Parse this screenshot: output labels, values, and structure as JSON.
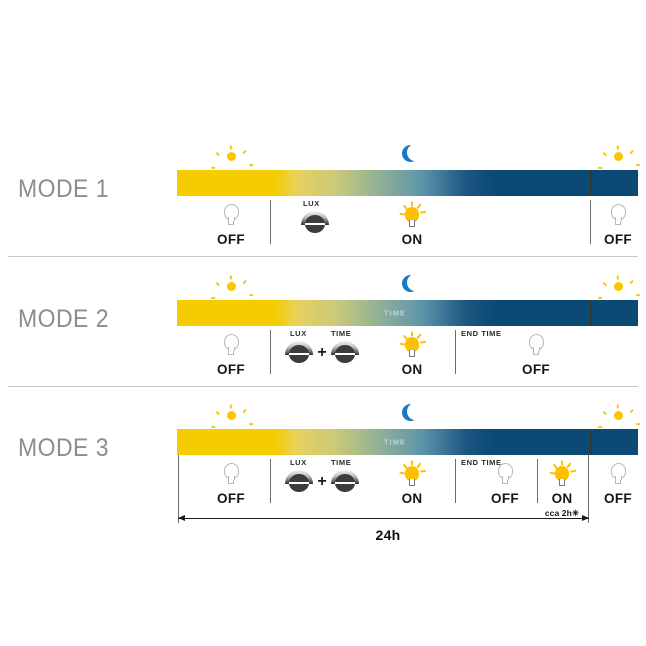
{
  "diagram": {
    "title_hidden": "",
    "colors": {
      "day_yellow": "#f5cc00",
      "night_blue": "#0c4a76",
      "sun_icon": "#fbc600",
      "moon_icon": "#1879c4",
      "mode_label_grey": "#8d8d8d",
      "divider_grey": "#c9c9c9",
      "bulb_on": "#fbc000",
      "bulb_off_outline": "#b9b9b9",
      "text_black": "#161616"
    },
    "sky_markers": [
      {
        "name": "sunrise",
        "icon": "sun-icon"
      },
      {
        "name": "night",
        "icon": "moon-icon"
      },
      {
        "name": "sunset",
        "icon": "sun-icon"
      }
    ],
    "dimension": {
      "label": "24h",
      "arrow": "double-headed"
    },
    "rows": [
      {
        "id": "mode-1",
        "label": "MODE 1",
        "band_tag": "",
        "cells": [
          {
            "name": "off-start",
            "bulb": "off",
            "caption": "OFF",
            "sub": "",
            "tiny": ""
          },
          {
            "name": "lux-sensor",
            "bulb": "sensor-single",
            "caption": "",
            "sub": "",
            "tiny": "LUX"
          },
          {
            "name": "on-night",
            "bulb": "on",
            "caption": "ON",
            "sub": "",
            "tiny": ""
          },
          {
            "name": "off-end",
            "bulb": "off",
            "caption": "OFF",
            "sub": "",
            "tiny": ""
          }
        ]
      },
      {
        "id": "mode-2",
        "label": "MODE 2",
        "band_tag": "TIME",
        "cells": [
          {
            "name": "off-start",
            "bulb": "off",
            "caption": "OFF",
            "sub": "",
            "tiny": ""
          },
          {
            "name": "lux-time-sensors",
            "bulb": "sensor-pair",
            "caption": "",
            "sub": "",
            "tiny": "LUX",
            "tiny2": "TIME",
            "plus": "+"
          },
          {
            "name": "on-night",
            "bulb": "on",
            "caption": "ON",
            "sub": "",
            "tiny": ""
          },
          {
            "name": "off-end-time",
            "bulb": "off",
            "caption": "OFF",
            "sub": "",
            "tiny": "END TIME"
          }
        ]
      },
      {
        "id": "mode-3",
        "label": "MODE 3",
        "band_tag": "TIME",
        "cells": [
          {
            "name": "off-start",
            "bulb": "off",
            "caption": "OFF",
            "sub": "",
            "tiny": ""
          },
          {
            "name": "lux-time-sensors",
            "bulb": "sensor-pair",
            "caption": "",
            "sub": "",
            "tiny": "LUX",
            "tiny2": "TIME",
            "plus": "+"
          },
          {
            "name": "on-night",
            "bulb": "on",
            "caption": "ON",
            "sub": "",
            "tiny": ""
          },
          {
            "name": "off-end-time",
            "bulb": "off",
            "caption": "OFF",
            "sub": "",
            "tiny": "END TIME"
          },
          {
            "name": "on-morning",
            "bulb": "on",
            "caption": "ON",
            "sub": "cca 2h✳",
            "tiny": ""
          },
          {
            "name": "off-day",
            "bulb": "off",
            "caption": "OFF",
            "sub": "",
            "tiny": ""
          }
        ]
      }
    ]
  }
}
